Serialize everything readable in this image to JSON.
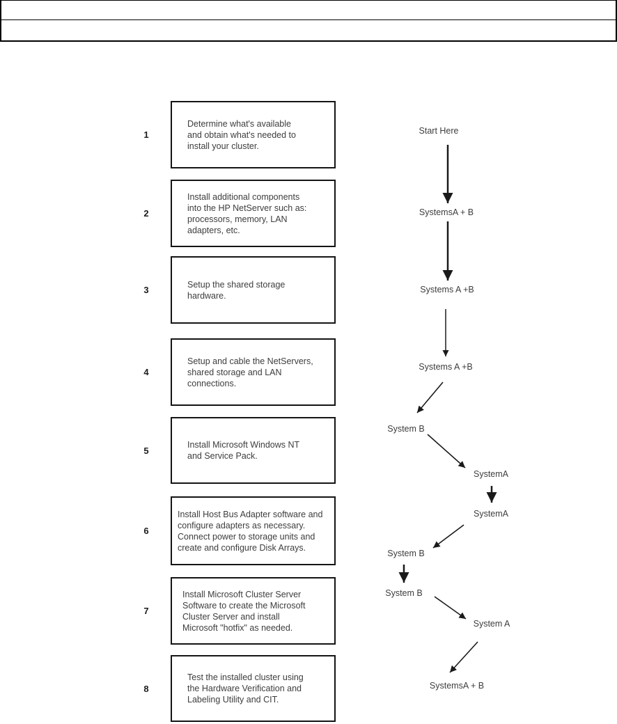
{
  "document": {
    "steps": [
      {
        "num": "1",
        "text": "Determine what's available\nand obtain what's needed to\ninstall your cluster."
      },
      {
        "num": "2",
        "text": "Install additional components\ninto the HP NetServer such as:\nprocessors, memory, LAN\nadapters, etc."
      },
      {
        "num": "3",
        "text": "Setup the shared storage\nhardware."
      },
      {
        "num": "4",
        "text": "Setup and cable the NetServers,\nshared storage and LAN\nconnections."
      },
      {
        "num": "5",
        "text": "Install Microsoft Windows NT\nand Service Pack."
      },
      {
        "num": "6",
        "text": "Install Host Bus Adapter software and\nconfigure adapters as necessary.\nConnect power to storage units and\ncreate and configure Disk Arrays."
      },
      {
        "num": "7",
        "text": "Install Microsoft Cluster Server\nSoftware to create the Microsoft\nCluster Server and install\nMicrosoft \"hotfix\" as needed."
      },
      {
        "num": "8",
        "text": "Test the installed cluster using\nthe Hardware Verification and\nLabeling Utility and CIT."
      }
    ],
    "flow_labels": [
      {
        "text": "Start Here"
      },
      {
        "text": "SystemsA + B"
      },
      {
        "text": "Systems A +B"
      },
      {
        "text": "Systems A +B"
      },
      {
        "text": "System B"
      },
      {
        "text": "SystemA"
      },
      {
        "text": "SystemA"
      },
      {
        "text": "System B"
      },
      {
        "text": "System B"
      },
      {
        "text": "System A"
      },
      {
        "text": "SystemsA + B"
      }
    ]
  }
}
